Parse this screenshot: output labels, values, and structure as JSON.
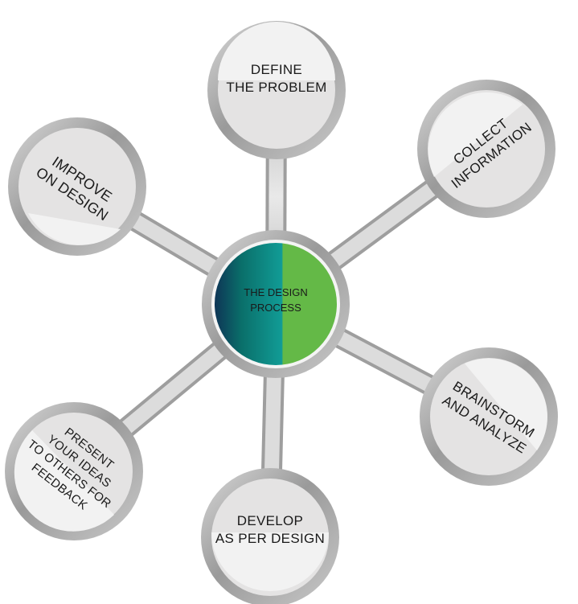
{
  "colors": {
    "green_light": "#64b947",
    "teal": "#119c96",
    "navy": "#0e3556"
  },
  "center": {
    "line1": "THE DESIGN",
    "line2": "PROCESS"
  },
  "nodes": {
    "define": {
      "line1": "DEFINE",
      "line2": "THE PROBLEM"
    },
    "collect": {
      "line1": "COLLECT",
      "line2": "INFORMATION"
    },
    "brainstorm": {
      "line1": "BRAINSTORM",
      "line2": "AND ANALYZE"
    },
    "develop": {
      "line1": "DEVELOP",
      "line2": "AS PER DESIGN"
    },
    "present": {
      "line1": "PRESENT",
      "line2": "YOUR IDEAS",
      "line3": "TO OTHERS FOR",
      "line4": "FEEDBACK"
    },
    "improve": {
      "line1": "IMPROVE",
      "line2": "ON DESIGN"
    }
  }
}
